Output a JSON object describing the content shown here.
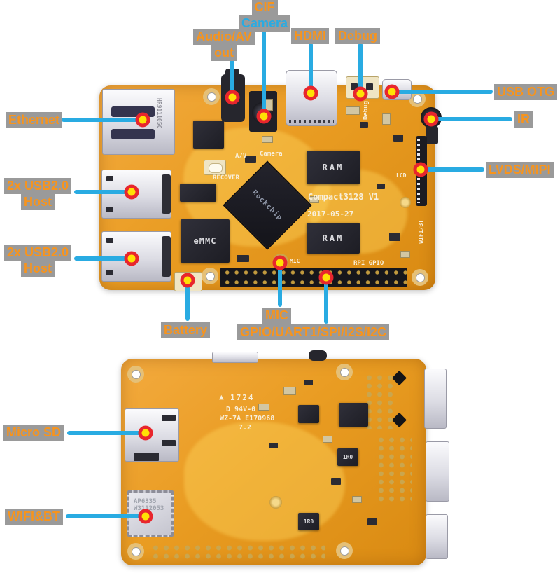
{
  "colors": {
    "accent_orange": "#F7941D",
    "accent_blue": "#29ABE2",
    "label_bg": "#9A9A9A",
    "dot_ring": "#E8262D",
    "dot_center": "#FFE105",
    "pcb_orange": "#EDA02C"
  },
  "callouts": {
    "cif_camera": {
      "line1": "CIF",
      "line2": "Camera"
    },
    "audio_av": {
      "line1": "Audio/AV",
      "line2": "out"
    },
    "hdmi": {
      "text": "HDMI"
    },
    "debug": {
      "text": "Debug"
    },
    "usb_otg": {
      "text": "USB OTG"
    },
    "ir": {
      "text": "IR"
    },
    "lvds_mipi": {
      "text": "LVDS/MIPI"
    },
    "ethernet": {
      "text": "Ethernet"
    },
    "usb_host": {
      "line1": "2x USB2.0",
      "line2": "Host"
    },
    "battery": {
      "text": "Battery"
    },
    "mic": {
      "text": "MIC"
    },
    "gpio": {
      "text": "GPIO/UART1/SPI/I2S/I2C"
    },
    "micro_sd": {
      "text": "Micro SD"
    },
    "wifi_bt": {
      "text": "WIFI&BT"
    }
  },
  "board_front": {
    "silkscreen": {
      "model": "Compact3128 V1",
      "date": "2017-05-27",
      "ram": "RAM",
      "emmc": "eMMC",
      "cpu_brand": "Rockchip",
      "recover": "RECOVER",
      "av": "A/V",
      "camera": "Camera",
      "mic": "MIC",
      "rpi_gpio": "RPI GPIO",
      "debug": "Debug",
      "lcd": "LCD",
      "wifi_bt": "WIFI/BT",
      "ethernet_part": "HR911105C"
    }
  },
  "board_back": {
    "silkscreen": {
      "date_code": "1724",
      "flammability": "D 94V-0",
      "board_id": "WZ-7A E170968",
      "revision": "7.2",
      "wifi_module": "AP6335",
      "wifi_serial": "W3112053",
      "inductor": "1R0"
    }
  }
}
